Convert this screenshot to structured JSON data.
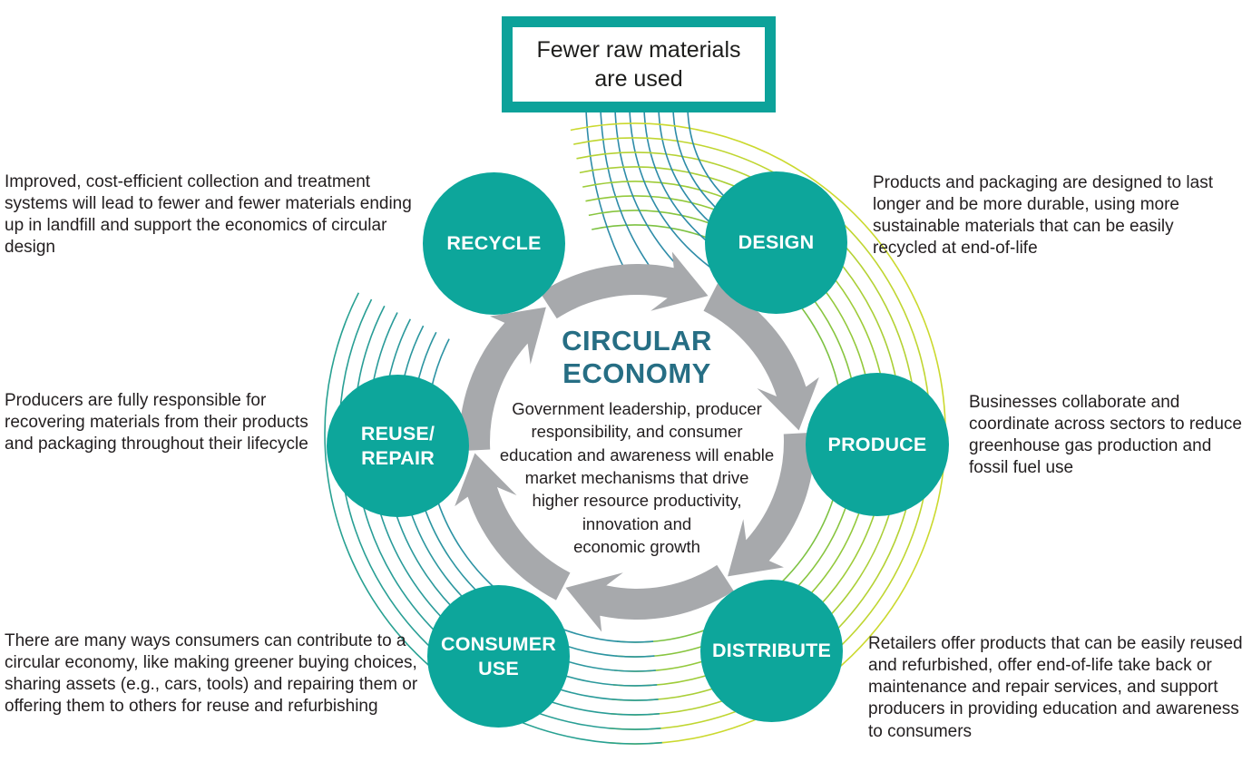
{
  "title_box": {
    "text": "Fewer raw materials\nare used"
  },
  "center": {
    "title": "CIRCULAR\nECONOMY",
    "description": "Government leadership, producer\nresponsibility, and consumer\neducation and awareness will enable\nmarket mechanisms that drive\nhigher resource productivity,\ninnovation and\neconomic growth"
  },
  "nodes": [
    {
      "id": "recycle",
      "label": "RECYCLE",
      "description": "Improved, cost-efficient collection and treatment systems will lead to fewer and fewer materials ending up in landfill and support the economics of circular design"
    },
    {
      "id": "design",
      "label": "DESIGN",
      "description": "Products and packaging are designed to last longer and be more durable, using more sustainable materials that can be easily recycled at end-of-life"
    },
    {
      "id": "reuse-repair",
      "label": "REUSE/\nREPAIR",
      "description": "Producers are fully responsible for recovering materials from their products and packaging throughout their lifecycle"
    },
    {
      "id": "produce",
      "label": "PRODUCE",
      "description": "Businesses collaborate and coordinate across sectors to reduce greenhouse gas production and fossil fuel use"
    },
    {
      "id": "consumer-use",
      "label": "CONSUMER\nUSE",
      "description": "There are many ways consumers can contribute to a circular economy, like making greener buying choices, sharing assets (e.g., cars, tools) and repairing them or offering them to others for reuse and refurbishing"
    },
    {
      "id": "distribute",
      "label": "DISTRIBUTE",
      "description": "Retailers offer products that can be easily reused and refurbished, offer end-of-life take back or maintenance and repair services, and support producers in providing education and awareness to consumers"
    }
  ],
  "colors": {
    "node_fill": "#0da69b",
    "box_border": "#0ca29a",
    "heading": "#266e84",
    "ink": "#231f20",
    "arrow_gray": "#a7a9ac",
    "arc_teal_inner": "#2d93a4",
    "arc_teal_outer": "#28a192",
    "arc_green_inner": "#7dc242",
    "arc_green_outer": "#cbd92e",
    "spoke_teal": "#2e8ca8"
  }
}
